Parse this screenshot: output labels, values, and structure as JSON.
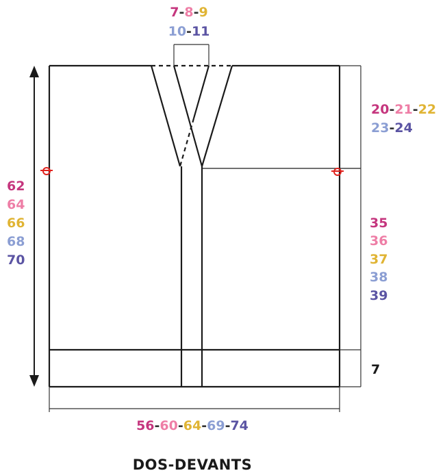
{
  "title": "DOS-DEVANTS",
  "colors": {
    "line": "#1a1a1a",
    "dim_line": "#333333",
    "marker": "#e0211c",
    "size1": "#c5367e",
    "size2": "#ee7ea6",
    "size3": "#e0b434",
    "size4": "#8b9ed3",
    "size5": "#5b54a3"
  },
  "measurements": {
    "neck_width": {
      "row1": [
        "7",
        "8",
        "9"
      ],
      "row2": [
        "10",
        "11"
      ]
    },
    "armhole_depth": {
      "row1": [
        "20",
        "21",
        "22"
      ],
      "row2": [
        "23",
        "24"
      ]
    },
    "total_length": [
      "62",
      "64",
      "66",
      "68",
      "70"
    ],
    "side_length": [
      "35",
      "36",
      "37",
      "38",
      "39"
    ],
    "ribbing": "7",
    "width": [
      "56",
      "60",
      "64",
      "69",
      "74"
    ],
    "separator": "-"
  }
}
